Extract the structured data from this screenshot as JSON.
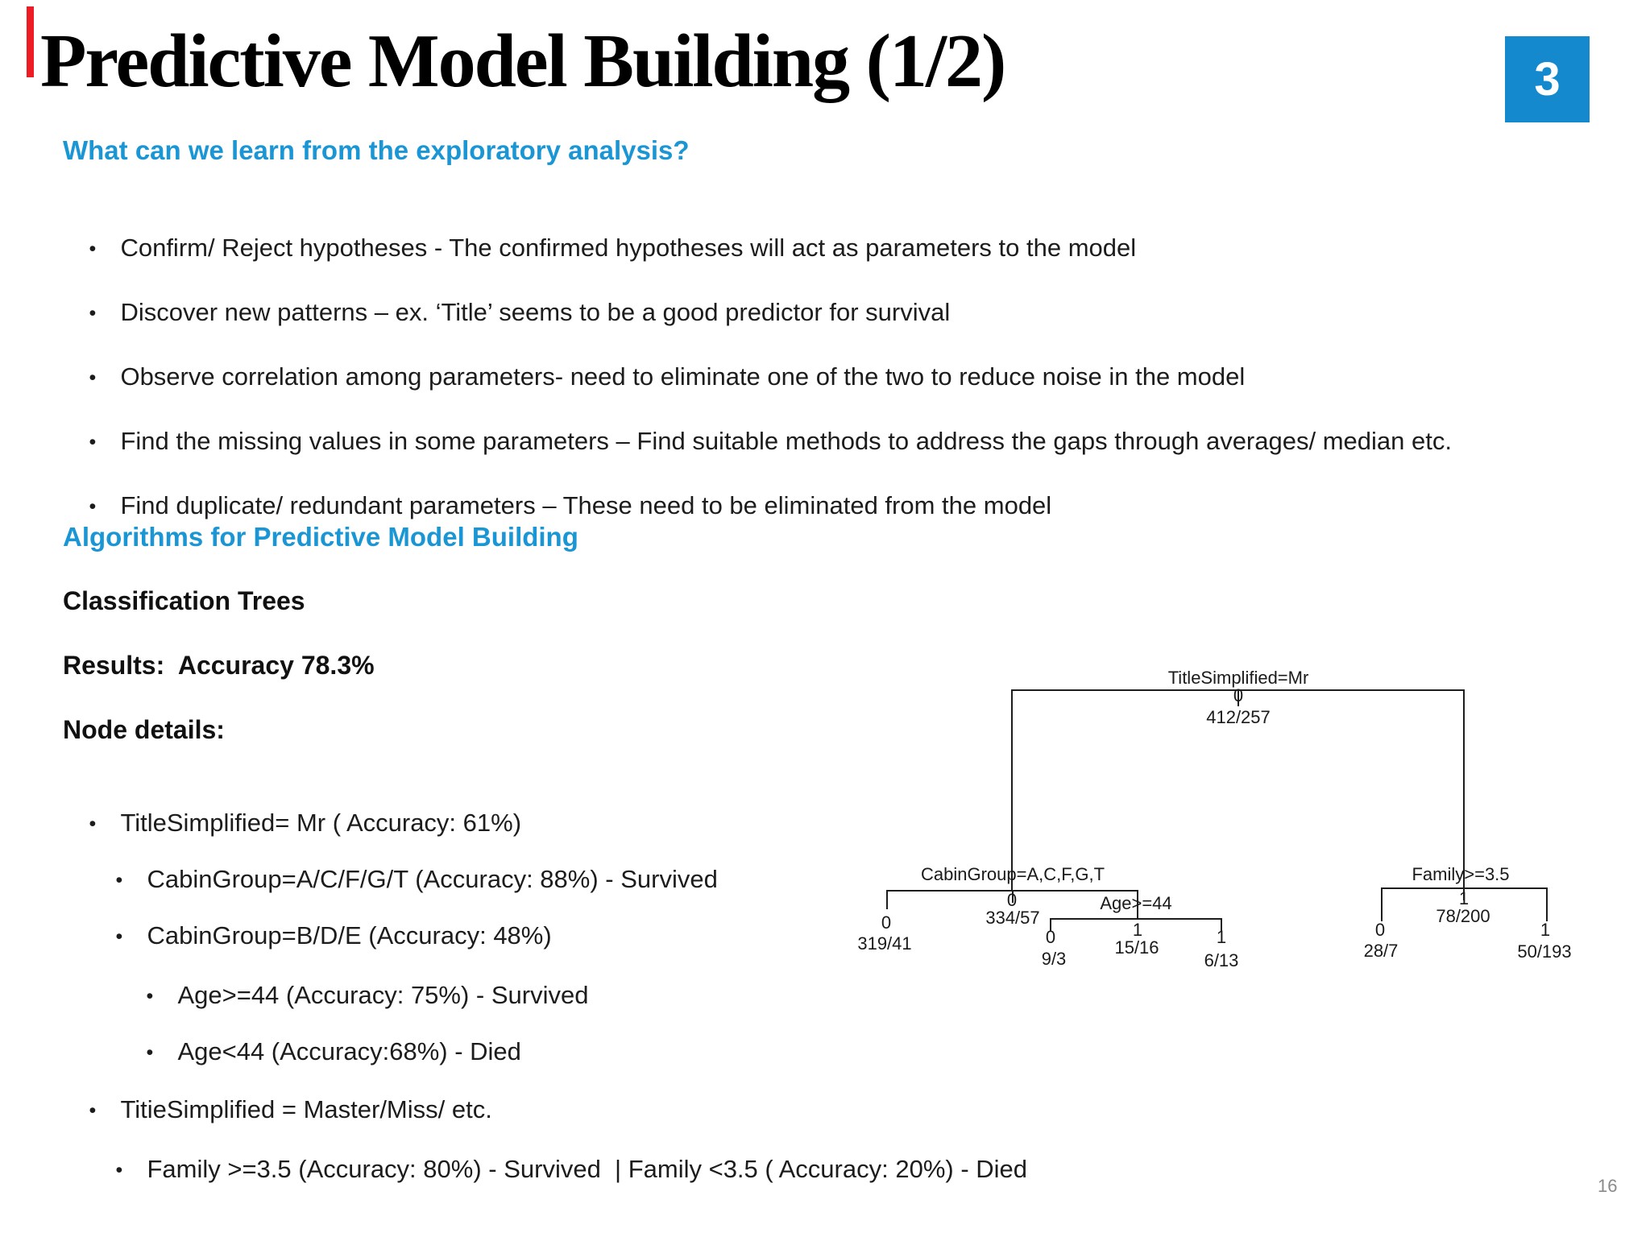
{
  "slide": {
    "title": "Predictive Model Building (1/2)",
    "badge": "3",
    "page_number": "16"
  },
  "sections": {
    "exploratory": {
      "heading": "What can we learn from the exploratory analysis?",
      "bullets": [
        "Confirm/ Reject hypotheses - The confirmed hypotheses will act as parameters to the model",
        "Discover new patterns – ex. ‘Title’ seems to be a good predictor for survival",
        "Observe correlation among parameters- need to eliminate one of the two to reduce noise in the model",
        "Find the missing values in some parameters – Find suitable methods to address the gaps through averages/ median etc.",
        "Find duplicate/ redundant parameters – These need to be eliminated from the model"
      ]
    },
    "algorithms": {
      "heading": "Algorithms for Predictive Model Building",
      "subheads": [
        "Classification Trees",
        "Results:  Accuracy 78.3%",
        "Node details:"
      ],
      "node_details": [
        "TitleSimplified= Mr ( Accuracy: 61%)",
        "CabinGroup=A/C/F/G/T (Accuracy: 88%) - Survived",
        "CabinGroup=B/D/E (Accuracy: 48%)",
        "Age>=44 (Accuracy: 75%) - Survived",
        "Age<44 (Accuracy:68%) - Died",
        "TitieSimplified = Master/Miss/ etc.",
        "Family >=3.5 (Accuracy: 80%) - Survived  | Family <3.5 ( Accuracy: 20%) - Died"
      ]
    }
  },
  "tree": {
    "root": {
      "label": "TitleSimplified=Mr",
      "class": "0",
      "count": "412/257"
    },
    "cabin": {
      "label": "CabinGroup=A,C,F,G,T",
      "class": "0",
      "count": "334/57"
    },
    "cabin_leaf": {
      "class": "0",
      "count": "319/41"
    },
    "age": {
      "label": "Age>=44",
      "class": "1",
      "count": "15/16"
    },
    "age_leaf_l": {
      "class": "0",
      "count": "9/3"
    },
    "age_leaf_r": {
      "class": "1",
      "count": "6/13"
    },
    "family": {
      "label": "Family>=3.5",
      "class": "1",
      "count": "78/200"
    },
    "family_leaf_l": {
      "class": "0",
      "count": "28/7"
    },
    "family_leaf_r": {
      "class": "1",
      "count": "50/193"
    }
  },
  "colors": {
    "heading_blue": "#1B96D5",
    "badge_blue": "#1489CE",
    "accent_red": "#EE1C25",
    "page_number_gray": "#8A8A8A",
    "text_black": "#1C1C1C"
  }
}
